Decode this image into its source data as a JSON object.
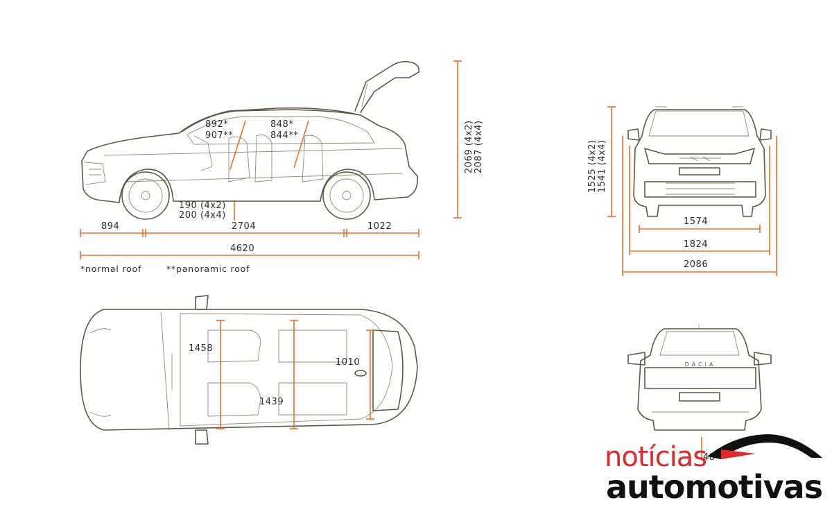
{
  "side_view": {
    "headroom_front": "892*",
    "headroom_front_pano": "907**",
    "headroom_rear": "848*",
    "headroom_rear_pano": "844**",
    "height_4x2": "2069 (4x2)",
    "height_4x4": "2087 (4x4)",
    "clearance_4x2": "190 (4x2)",
    "clearance_4x4": "200 (4x4)",
    "front_overhang": "894",
    "wheelbase": "2704",
    "rear_overhang": "1022",
    "length": "4620"
  },
  "notes": {
    "normal_roof": "*normal roof",
    "panoramic_roof": "**panoramic roof"
  },
  "front_view": {
    "height_4x2": "1525 (4x2)",
    "height_4x4": "1541 (4x4)",
    "front_track": "1574",
    "body_width": "1824",
    "mirror_width": "2086"
  },
  "top_view": {
    "front_elbow": "1458",
    "rear_elbow": "1439",
    "boot_width": "1010"
  },
  "rear_view": {
    "brand": "DACIA",
    "rear_track_partial": "48"
  },
  "watermark": {
    "line1": "notícias",
    "line2": "automotivas"
  },
  "colors": {
    "dimension_line": "#e8702a",
    "car_line": "#5c5740",
    "logo_red": "#e0282d",
    "logo_black": "#111111"
  }
}
